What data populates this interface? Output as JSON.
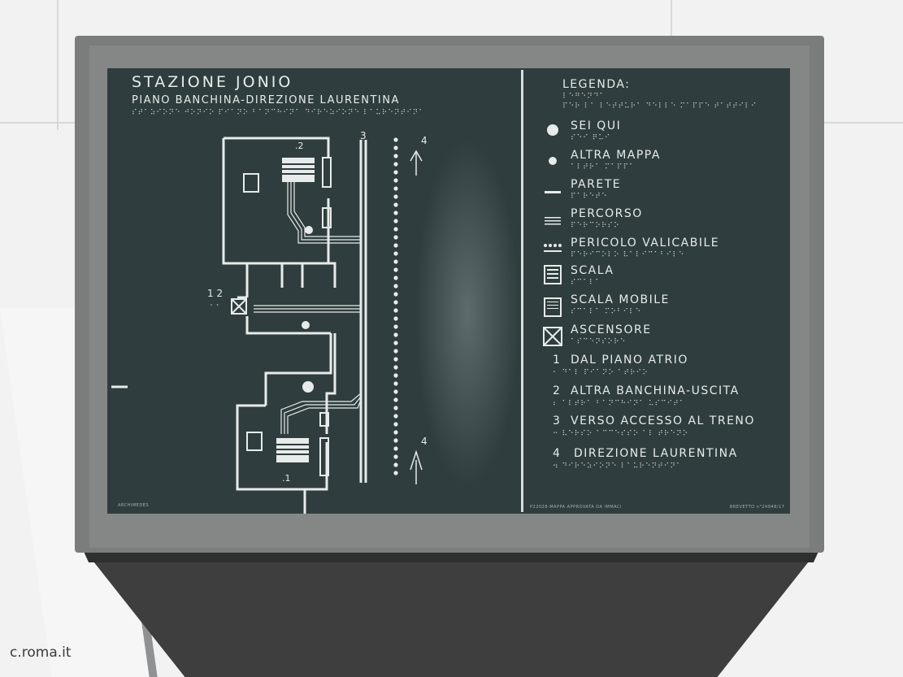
{
  "sign": {
    "title": "STAZIONE JONIO",
    "subtitle": "PIANO BANCHINA-DIREZIONE LAURENTINA",
    "braille_title": "⠎⠞⠁⠵⠊⠕⠝⠑ ⠚⠕⠝⠊⠕ ⠏⠊⠁⠝⠕ ⠃⠁⠝⠉⠓⠊⠝⠁ ⠙⠊⠗⠑⠵⠊⠕⠝⠑ ⠇⠁⠥⠗⠑⠝⠞⠊⠝⠁"
  },
  "map": {
    "label_1_2": "1 2",
    "label_3": "3",
    "label_4_top": "4",
    "label_4_bottom": "4",
    "label_top_stairs": ".2",
    "label_bottom_stairs": ".1",
    "braille_small": "⠂⠂"
  },
  "legend": {
    "heading": "LEGENDA:",
    "heading_braille": "⠇⠑⠛⠑⠝⠙⠁",
    "heading_braille_2": "⠏⠑⠗ ⠇⠁ ⠇⠑⠞⠞⠥⠗⠁ ⠙⠑⠇⠇⠑ ⠍⠁⠏⠏⠑ ⠞⠁⠞⠞⠊⠇⠊",
    "items": [
      {
        "label": "SEI QUI",
        "braille": "⠎⠑⠊ ⠟⠥⠊",
        "icon": "dot-large-icon"
      },
      {
        "label": "ALTRA MAPPA",
        "braille": "⠁⠇⠞⠗⠁ ⠍⠁⠏⠏⠁",
        "icon": "dot-small-icon"
      },
      {
        "label": "PARETE",
        "braille": "⠏⠁⠗⠑⠞⠑",
        "icon": "wall-icon"
      },
      {
        "label": "PERCORSO",
        "braille": "⠏⠑⠗⠉⠕⠗⠎⠕",
        "icon": "path-icon"
      },
      {
        "label": "PERICOLO VALICABILE",
        "braille": "⠏⠑⠗⠊⠉⠕⠇⠕ ⠧⠁⠇⠊⠉⠁⠃⠊⠇⠑",
        "icon": "hazard-icon"
      },
      {
        "label": "SCALA",
        "braille": "⠎⠉⠁⠇⠁",
        "icon": "stairs-icon"
      },
      {
        "label": "SCALA MOBILE",
        "braille": "⠎⠉⠁⠇⠁ ⠍⠕⠃⠊⠇⠑",
        "icon": "escalator-icon"
      },
      {
        "label": "ASCENSORE",
        "braille": "⠁⠎⠉⠑⠝⠎⠕⠗⠑",
        "icon": "elevator-icon"
      },
      {
        "label": "DAL PIANO ATRIO",
        "number": "1",
        "braille": "⠂ ⠙⠁⠇ ⠏⠊⠁⠝⠕ ⠁⠞⠗⠊⠕"
      },
      {
        "label": "ALTRA BANCHINA-USCITA",
        "number": "2",
        "braille": "⠆ ⠁⠇⠞⠗⠁ ⠃⠁⠝⠉⠓⠊⠝⠁ ⠥⠎⠉⠊⠞⠁"
      },
      {
        "label": "VERSO ACCESSO AL TRENO",
        "number": "3",
        "braille": "⠒ ⠧⠑⠗⠎⠕ ⠁⠉⠉⠑⠎⠎⠕ ⠁⠇ ⠞⠗⠑⠝⠕"
      },
      {
        "label": "DIREZIONE LAURENTINA",
        "number": "4",
        "braille": "⠲ ⠙⠊⠗⠑⠵⠊⠕⠝⠑ ⠇⠁⠥⠗⠑⠝⠞⠊⠝⠁"
      }
    ]
  },
  "footer": {
    "maker": "ARCHIMEDES",
    "approval": "P22028-MAPPA APPROVATA DA IMMACI",
    "patent": "BREVETTO n°24948/17"
  },
  "wall_poster": {
    "text": "c.roma.it"
  },
  "colors": {
    "board": "#2f3d3e",
    "relief": "#e7ebea",
    "frame": "#7b7d7d"
  }
}
